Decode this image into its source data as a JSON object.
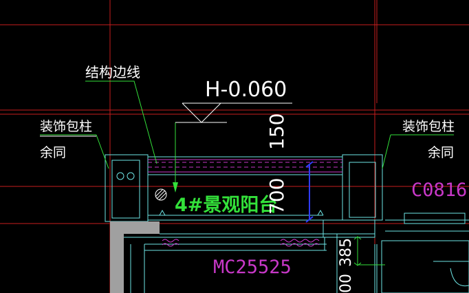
{
  "labels": {
    "structure_edge": "结构边线",
    "elevation": "H-0.060",
    "decor_left_line1": "装饰包柱",
    "decor_left_line2": "余同",
    "decor_right_line1": "装饰包柱",
    "decor_right_line2": "余同",
    "room_name": "4#景观阳台",
    "dim_150": "150",
    "dim_700": "700",
    "door_code": "MC25525",
    "window_code": "C0816",
    "dim_385": "385",
    "dim_partial": "00"
  },
  "colors": {
    "background": "#000000",
    "grid_red": "#c81e1e",
    "annotation_white": "#ffffff",
    "leader_green": "#33e13a",
    "wall_cyan": "#6ee6e6",
    "dim_blue": "#2f3cff",
    "hatch_magenta": "#c838c8",
    "fill_gray": "#a0a0a0"
  }
}
